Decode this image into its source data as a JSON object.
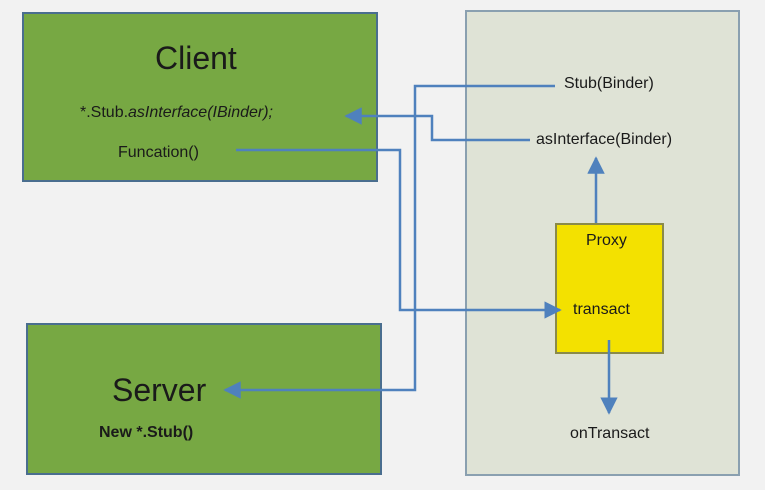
{
  "client": {
    "title": "Client",
    "call_prefix": "*.Stub.",
    "call_method": "asInterface(IBinder);",
    "function": "Funcation()"
  },
  "server": {
    "title": "Server",
    "new_stub": "New  *.Stub()"
  },
  "right_panel": {
    "stub_binder": "Stub(Binder)",
    "as_interface": "asInterface(Binder)",
    "proxy": "Proxy",
    "transact": "transact",
    "on_transact": "onTransact"
  },
  "colors": {
    "box_green": "#77a843",
    "panel_bg": "#dfe3d6",
    "proxy_yellow": "#f3e100",
    "arrow_blue": "#4f81bd"
  }
}
